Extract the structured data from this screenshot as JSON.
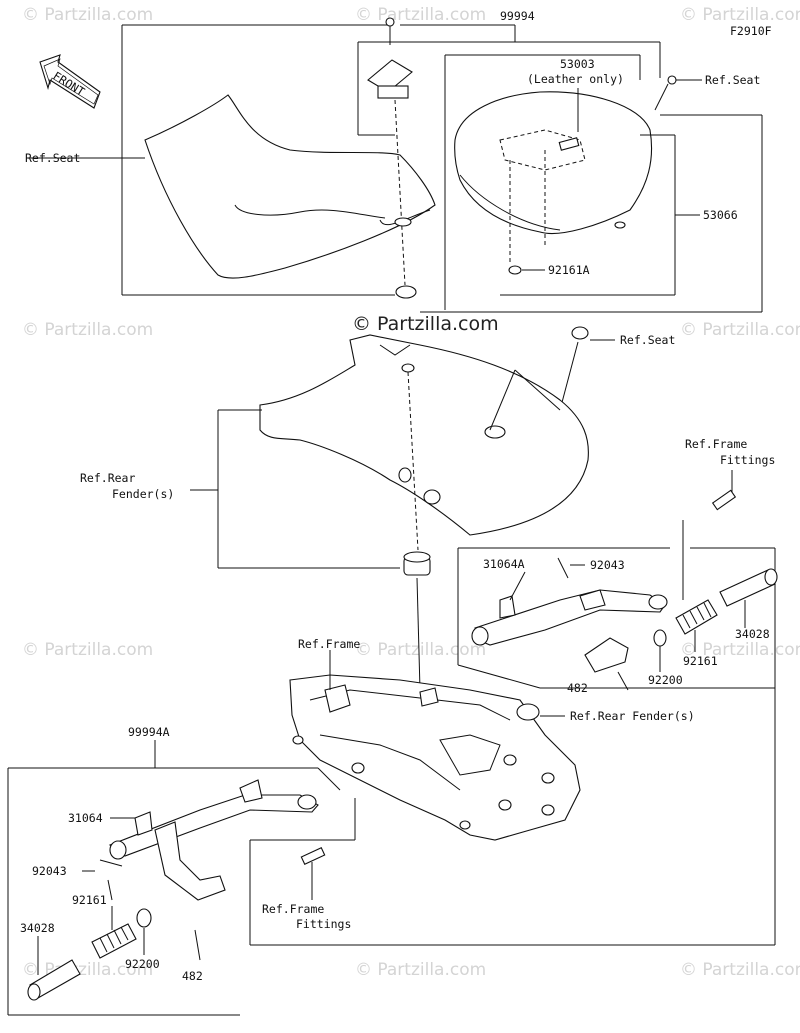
{
  "figure_code": "F2910F",
  "watermark": {
    "text": "© Partzilla.com",
    "repeat_text": "© Partzilla.com"
  },
  "front_arrow": {
    "text": "FRONT"
  },
  "labels": {
    "assembly_99994": "99994",
    "p53003": "53003",
    "p53003_note": "(Leather only)",
    "ref_seat_top": "Ref.Seat",
    "ref_seat_left": "Ref.Seat",
    "p53066": "53066",
    "p92161a": "92161A",
    "ref_seat_mid": "Ref.Seat",
    "ref_rear_fender_1": "Ref.Rear",
    "ref_rear_fender_2": "Fender(s)",
    "ref_frame_fittings_r1": "Ref.Frame",
    "ref_frame_fittings_r2": "Fittings",
    "p31064a": "31064A",
    "p92043_r": "92043",
    "p34028_r": "34028",
    "ref_frame": "Ref.Frame",
    "p92161_r": "92161",
    "p92200_r": "92200",
    "p482_r": "482",
    "ref_rear_fender_mid": "Ref.Rear Fender(s)",
    "assembly_99994a": "99994A",
    "p31064": "31064",
    "p92043_l": "92043",
    "p92161_l": "92161",
    "p34028_l": "34028",
    "p92200_l": "92200",
    "p482_l": "482",
    "ref_frame_fittings_l1": "Ref.Frame",
    "ref_frame_fittings_l2": "Fittings"
  }
}
